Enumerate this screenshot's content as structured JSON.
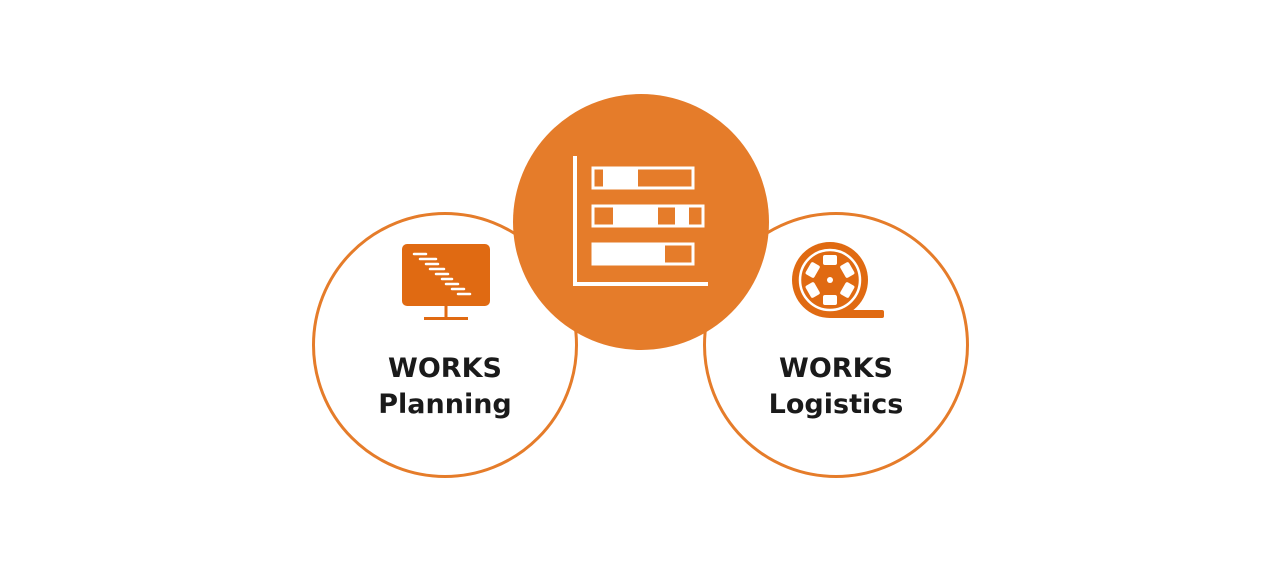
{
  "diagram": {
    "accent_color": "#E57C2A",
    "center": {
      "icon": "gantt-chart-icon"
    },
    "left": {
      "icon": "monitor-gantt-icon",
      "line1": "WORKS",
      "line2": "Planning"
    },
    "right": {
      "icon": "film-reel-icon",
      "line1": "WORKS",
      "line2": "Logistics"
    }
  }
}
